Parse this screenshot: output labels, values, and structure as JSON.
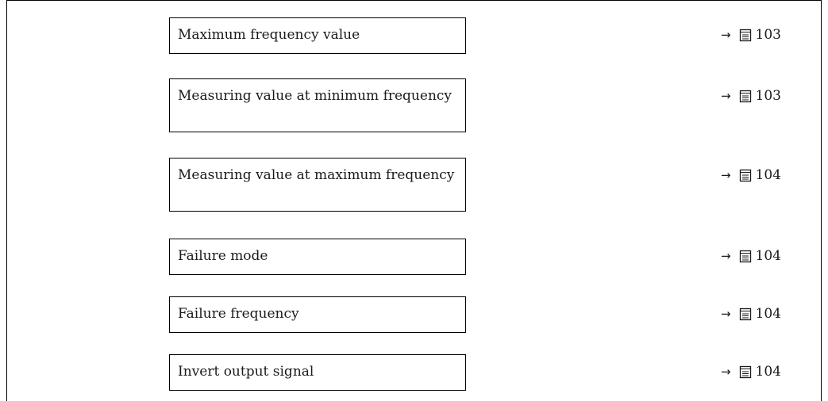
{
  "rows": [
    {
      "label": "Maximum frequency value",
      "ref_arrow": "→",
      "page": "103",
      "icon": "book-icon"
    },
    {
      "label": "Measuring value at minimum frequency",
      "ref_arrow": "→",
      "page": "103",
      "icon": "book-icon"
    },
    {
      "label": "Measuring value at maximum frequency",
      "ref_arrow": "→",
      "page": "104",
      "icon": "book-icon"
    },
    {
      "label": "Failure mode",
      "ref_arrow": "→",
      "page": "104",
      "icon": "book-icon"
    },
    {
      "label": "Failure frequency",
      "ref_arrow": "→",
      "page": "104",
      "icon": "book-icon"
    },
    {
      "label": "Invert output signal",
      "ref_arrow": "→",
      "page": "104",
      "icon": "book-icon"
    }
  ]
}
